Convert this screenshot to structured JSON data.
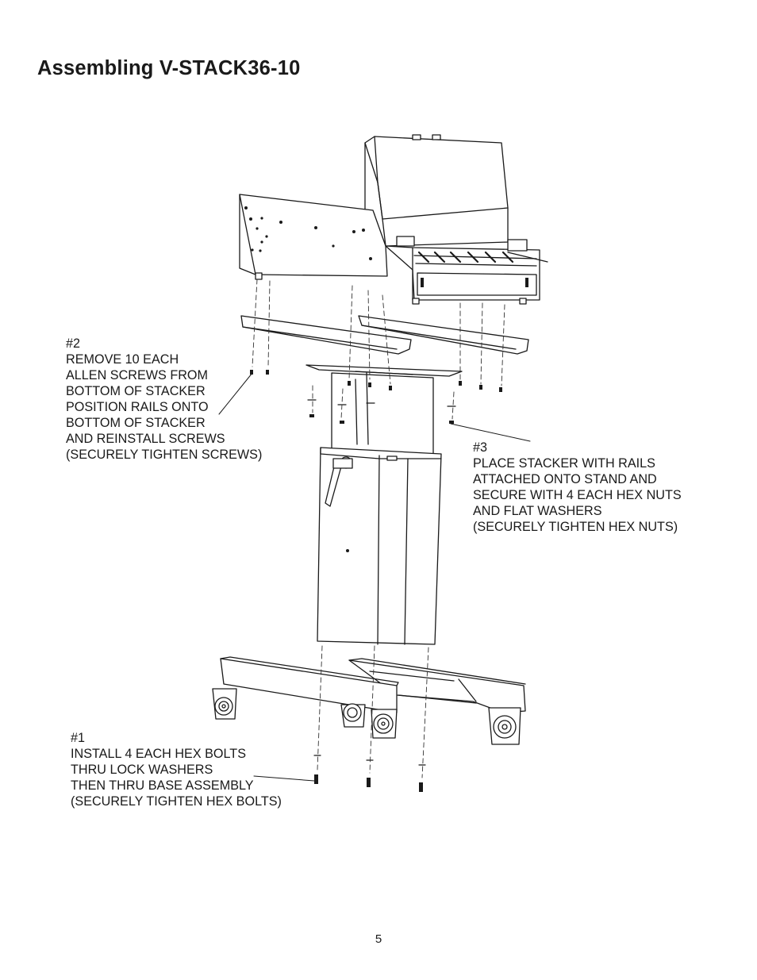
{
  "title": "Assembling V-STACK36-10",
  "notes": {
    "step2": [
      "#2",
      "REMOVE 10 EACH",
      "ALLEN SCREWS FROM",
      "BOTTOM OF STACKER",
      "POSITION RAILS ONTO",
      "BOTTOM OF STACKER",
      "AND REINSTALL SCREWS",
      "(SECURELY TIGHTEN SCREWS)"
    ],
    "step3": [
      "#3",
      "PLACE STACKER WITH RAILS",
      "ATTACHED ONTO STAND AND",
      "SECURE WITH 4 EACH HEX NUTS",
      "AND FLAT WASHERS",
      "(SECURELY TIGHTEN HEX NUTS)"
    ],
    "step1": [
      "#1",
      "INSTALL 4 EACH HEX BOLTS",
      "THRU LOCK WASHERS",
      "THEN THRU BASE ASSEMBLY",
      "(SECURELY TIGHTEN HEX BOLTS)"
    ]
  },
  "page_number": "5"
}
